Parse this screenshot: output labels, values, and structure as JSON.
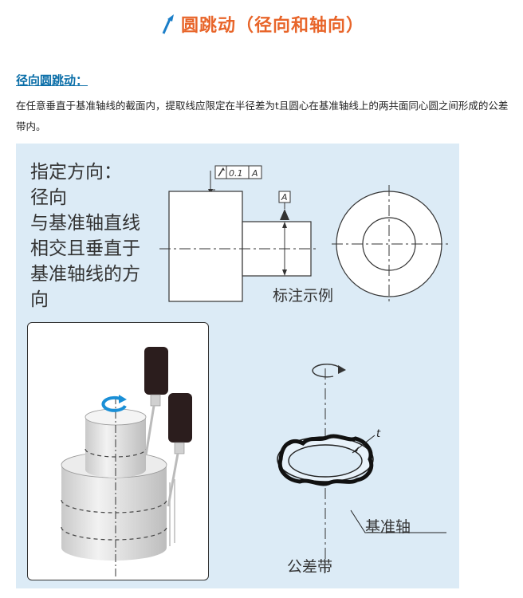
{
  "header": {
    "title": "圆跳动（径向和轴向）"
  },
  "section": {
    "heading": "径向圆跳动：",
    "description": "在任意垂直于基准轴线的截面内，提取线应限定在半径差为t且圆心在基准轴线上的两共面同心圆之间形成的公差带内。"
  },
  "diagram": {
    "direction_text_lines": [
      "指定方向：",
      "径向",
      "与基准轴直线",
      "相交且垂直于",
      "基准轴线的方",
      "向"
    ],
    "tolerance_value": "0.1",
    "datum_ref": "A",
    "datum_label": "A",
    "example_label": "标注示例",
    "t_label": "t",
    "axis_label": "基准轴",
    "zone_label": "公差带"
  },
  "colors": {
    "title": "#e8652a",
    "heading": "#0a6ea8",
    "panel_bg": "#dcebf6",
    "rotation_arrow": "#1a8fd6"
  }
}
